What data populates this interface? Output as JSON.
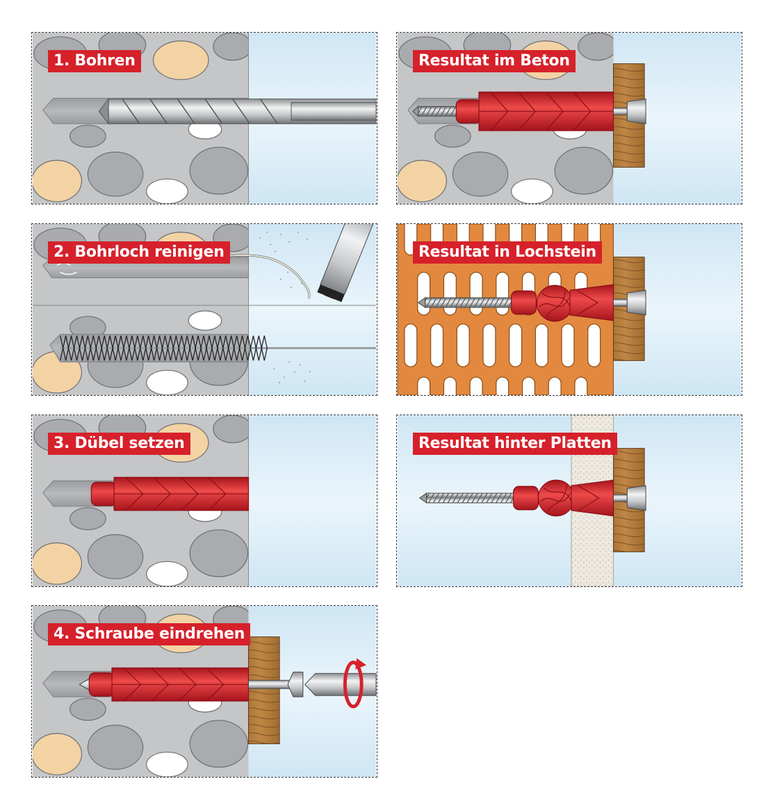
{
  "colors": {
    "accent_red": "#d6212b",
    "concrete": "#c5c6c8",
    "stone_grey": "#a9abae",
    "stone_tan": "#f3d3a4",
    "air": "#d7ecf7",
    "brick": "#e2893f",
    "wood": "#b67e3b",
    "board": "#eeeae1",
    "steel": "#c9cbcd"
  },
  "panels": [
    {
      "id": "p1",
      "label": "1. Bohren",
      "icon": "drill-bit-icon"
    },
    {
      "id": "p2",
      "label": "2. Bohrloch reinigen",
      "icon": "blow-pump-and-brush-icon"
    },
    {
      "id": "p3",
      "label": "3. Dübel setzen",
      "icon": "dowel-icon"
    },
    {
      "id": "p4",
      "label": "4. Schraube eindrehen",
      "icon": "screwdriver-icon"
    },
    {
      "id": "p5",
      "label": "Resultat im Beton",
      "icon": "dowel-in-concrete-icon"
    },
    {
      "id": "p6",
      "label": "Resultat in Lochstein",
      "icon": "dowel-in-perforated-brick-icon"
    },
    {
      "id": "p7",
      "label": "Resultat hinter Platten",
      "icon": "dowel-behind-board-icon"
    }
  ]
}
